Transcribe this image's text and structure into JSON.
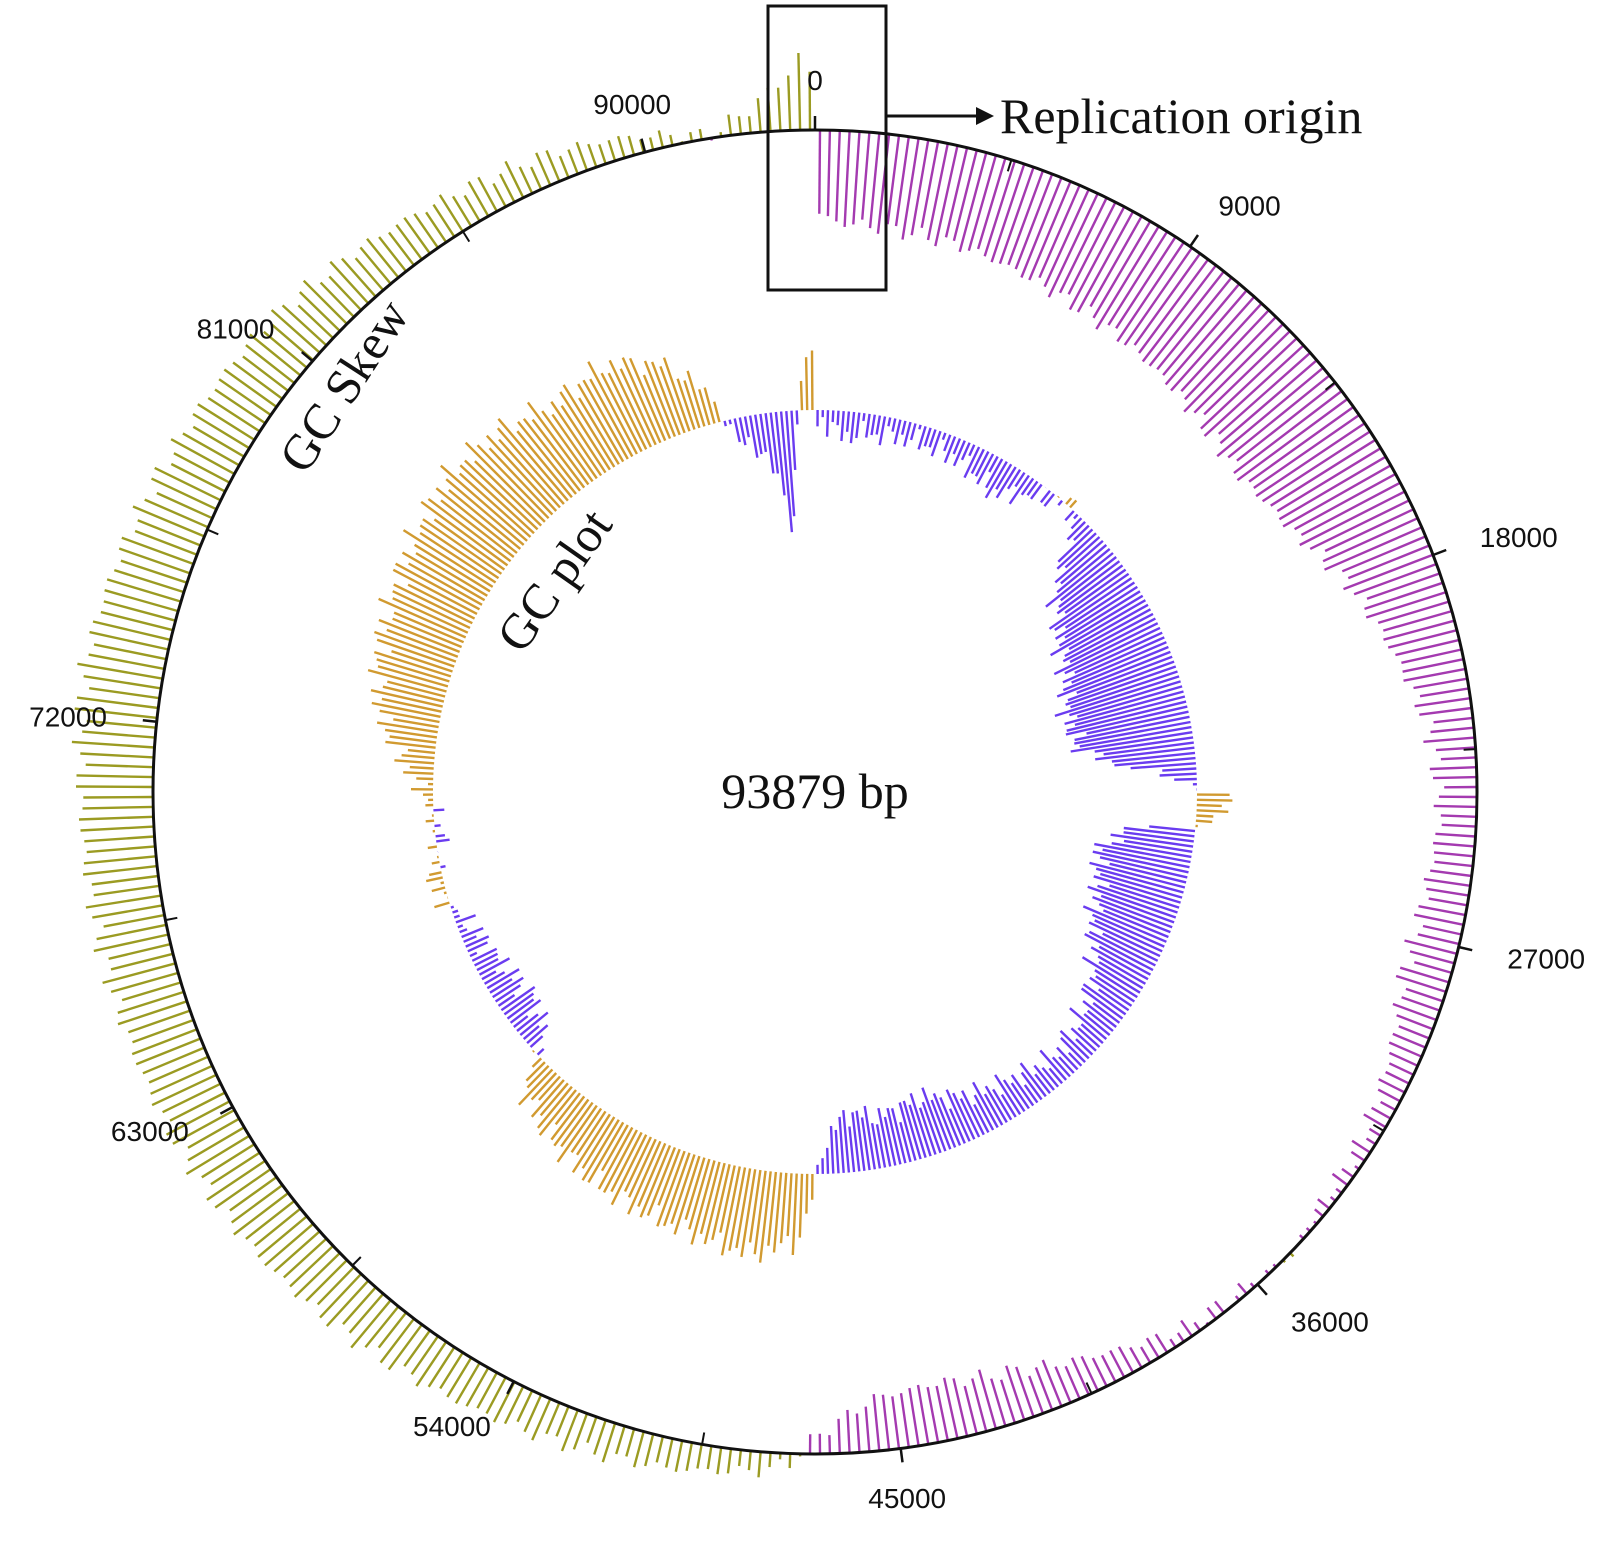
{
  "genome": {
    "length": 93879,
    "length_label": "93879 bp"
  },
  "labels": {
    "gc_skew": "GC Skew",
    "gc_plot": "GC plot",
    "replication_origin": "Replication origin"
  },
  "ticks": [
    {
      "pos": 0,
      "label": "0"
    },
    {
      "pos": 9000,
      "label": "9000"
    },
    {
      "pos": 18000,
      "label": "18000"
    },
    {
      "pos": 27000,
      "label": "27000"
    },
    {
      "pos": 36000,
      "label": "36000"
    },
    {
      "pos": 45000,
      "label": "45000"
    },
    {
      "pos": 54000,
      "label": "54000"
    },
    {
      "pos": 63000,
      "label": "63000"
    },
    {
      "pos": 72000,
      "label": "72000"
    },
    {
      "pos": 81000,
      "label": "81000"
    },
    {
      "pos": 90000,
      "label": "90000"
    }
  ],
  "colors": {
    "skew_positive": "#9b9b22",
    "skew_negative": "#a43ab0",
    "gc_above": "#d19a30",
    "gc_below": "#6a3cf0",
    "axis": "#111111"
  },
  "chart_data": {
    "type": "circular",
    "tracks": [
      {
        "name": "GC Skew",
        "positive_color": "#9b9b22",
        "negative_color": "#a43ab0",
        "profile": [
          [
            0,
            -0.55
          ],
          [
            500,
            -0.62
          ],
          [
            2000,
            -0.64
          ],
          [
            4000,
            -0.66
          ],
          [
            7000,
            -0.74
          ],
          [
            9000,
            -0.78
          ],
          [
            12000,
            -0.86
          ],
          [
            14000,
            -0.9
          ],
          [
            16000,
            -0.8
          ],
          [
            18000,
            -0.6
          ],
          [
            20000,
            -0.45
          ],
          [
            22000,
            -0.3
          ],
          [
            24000,
            -0.25
          ],
          [
            26000,
            -0.3
          ],
          [
            28000,
            -0.32
          ],
          [
            30000,
            -0.2
          ],
          [
            32000,
            -0.1
          ],
          [
            34000,
            -0.06
          ],
          [
            35000,
            0.02
          ],
          [
            36000,
            -0.04
          ],
          [
            38000,
            -0.08
          ],
          [
            40000,
            -0.22
          ],
          [
            42000,
            -0.34
          ],
          [
            44000,
            -0.4
          ],
          [
            45500,
            -0.36
          ],
          [
            46500,
            -0.2
          ],
          [
            47200,
            -0.05
          ],
          [
            47400,
            0.05
          ],
          [
            48000,
            0.12
          ],
          [
            50000,
            0.2
          ],
          [
            52000,
            0.24
          ],
          [
            54000,
            0.28
          ],
          [
            56000,
            0.33
          ],
          [
            58000,
            0.38
          ],
          [
            60000,
            0.42
          ],
          [
            63000,
            0.45
          ],
          [
            66000,
            0.46
          ],
          [
            69000,
            0.48
          ],
          [
            71000,
            0.5
          ],
          [
            72000,
            0.52
          ],
          [
            73000,
            0.54
          ],
          [
            75000,
            0.5
          ],
          [
            78000,
            0.44
          ],
          [
            81000,
            0.4
          ],
          [
            84000,
            0.3
          ],
          [
            86000,
            0.24
          ],
          [
            88000,
            0.2
          ],
          [
            89500,
            0.14
          ],
          [
            90500,
            0.08
          ],
          [
            91500,
            0.02
          ],
          [
            92200,
            0.12
          ],
          [
            92800,
            0.24
          ],
          [
            93300,
            0.38
          ],
          [
            93600,
            0.52
          ],
          [
            93879,
            0.3
          ]
        ]
      },
      {
        "name": "GC plot",
        "above_color": "#d19a30",
        "below_color": "#6a3cf0",
        "profile": [
          [
            0,
            -0.12
          ],
          [
            300,
            -0.05
          ],
          [
            600,
            -0.1
          ],
          [
            1200,
            -0.15
          ],
          [
            2000,
            -0.12
          ],
          [
            4000,
            -0.1
          ],
          [
            6000,
            -0.12
          ],
          [
            8000,
            -0.2
          ],
          [
            10000,
            -0.05
          ],
          [
            11000,
            0.03
          ],
          [
            12000,
            -0.2
          ],
          [
            13000,
            -0.4
          ],
          [
            15000,
            -0.55
          ],
          [
            17000,
            -0.62
          ],
          [
            19000,
            -0.7
          ],
          [
            21000,
            -0.68
          ],
          [
            22000,
            -0.5
          ],
          [
            23000,
            -0.1
          ],
          [
            23600,
            0.15
          ],
          [
            24000,
            0.2
          ],
          [
            24600,
            0.1
          ],
          [
            25200,
            -0.4
          ],
          [
            26500,
            -0.55
          ],
          [
            28000,
            -0.5
          ],
          [
            30000,
            -0.45
          ],
          [
            32000,
            -0.3
          ],
          [
            34000,
            -0.2
          ],
          [
            36000,
            -0.15
          ],
          [
            38000,
            -0.2
          ],
          [
            40000,
            -0.25
          ],
          [
            42000,
            -0.35
          ],
          [
            44000,
            -0.3
          ],
          [
            45500,
            -0.35
          ],
          [
            46500,
            -0.2
          ],
          [
            46900,
            0.05
          ],
          [
            47500,
            0.4
          ],
          [
            49000,
            0.5
          ],
          [
            51000,
            0.45
          ],
          [
            53000,
            0.42
          ],
          [
            55000,
            0.38
          ],
          [
            57000,
            0.3
          ],
          [
            58500,
            0.2
          ],
          [
            59500,
            -0.12
          ],
          [
            61000,
            -0.2
          ],
          [
            63000,
            -0.15
          ],
          [
            65000,
            -0.08
          ],
          [
            66500,
            0.06
          ],
          [
            67500,
            0.04
          ],
          [
            68500,
            -0.03
          ],
          [
            70000,
            0.02
          ],
          [
            71500,
            0.18
          ],
          [
            73000,
            0.35
          ],
          [
            75000,
            0.45
          ],
          [
            77000,
            0.5
          ],
          [
            79000,
            0.55
          ],
          [
            81000,
            0.6
          ],
          [
            83000,
            0.58
          ],
          [
            85000,
            0.5
          ],
          [
            87000,
            0.55
          ],
          [
            88500,
            0.45
          ],
          [
            89500,
            0.3
          ],
          [
            90300,
            0.05
          ],
          [
            90700,
            -0.15
          ],
          [
            91500,
            -0.2
          ],
          [
            92300,
            -0.45
          ],
          [
            92700,
            -0.75
          ],
          [
            93000,
            -0.3
          ],
          [
            93300,
            0.1
          ],
          [
            93500,
            0.2
          ],
          [
            93700,
            0.7
          ],
          [
            93879,
            -0.1
          ]
        ]
      }
    ]
  }
}
